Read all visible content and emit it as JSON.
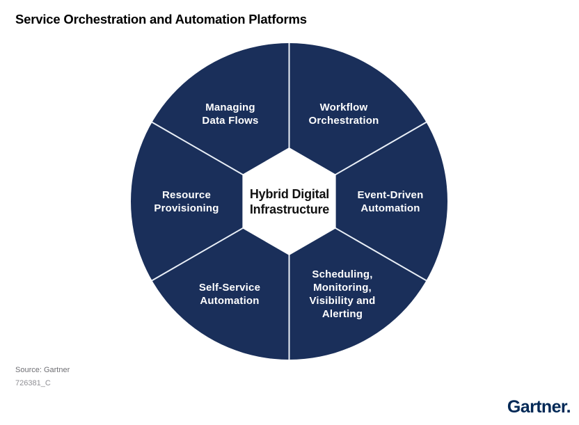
{
  "title": "Service Orchestration and Automation Platforms",
  "colors": {
    "navy": "#1a2f5a",
    "divider": "#e9eff7",
    "hexagon_fill": "#ffffff",
    "label_text": "#ffffff",
    "center_text": "#111111",
    "logo_navy": "#002856",
    "source_text": "#6e6e73"
  },
  "wheel": {
    "center_label": "Hybrid Digital\nInfrastructure",
    "segments": [
      {
        "id": "managing-data-flows",
        "label": "Managing\nData Flows"
      },
      {
        "id": "workflow-orchestration",
        "label": "Workflow\nOrchestration"
      },
      {
        "id": "resource-provisioning",
        "label": "Resource\nProvisioning"
      },
      {
        "id": "event-driven-automation",
        "label": "Event-Driven\nAutomation"
      },
      {
        "id": "self-service-automation",
        "label": "Self-Service\nAutomation"
      },
      {
        "id": "scheduling-monitoring-visibility-alerting",
        "label": "Scheduling,\nMonitoring,\nVisibility and\nAlerting"
      }
    ]
  },
  "footer": {
    "source": "Source: Gartner",
    "figure_id": "726381_C",
    "logo": "Gartner."
  }
}
